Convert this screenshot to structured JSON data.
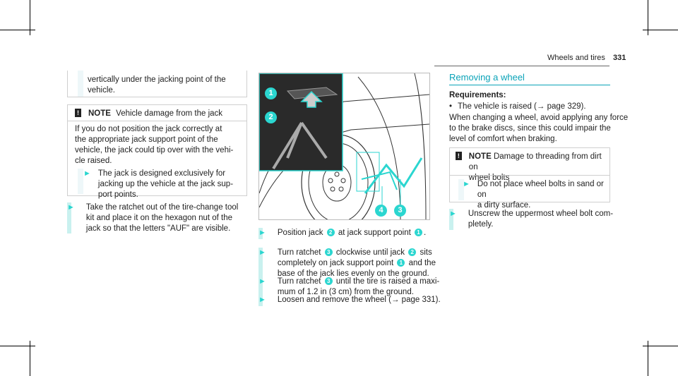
{
  "header": {
    "section": "Wheels and tires",
    "page_number": "331"
  },
  "left": {
    "cont_lines": [
      "vertically under the jacking point of the",
      "vehicle."
    ],
    "note_label": "NOTE",
    "note_title": "Vehicle damage from the jack",
    "note_lines": [
      "If you do not position the jack correctly at",
      "the appropriate jack support point of the",
      "vehicle, the jack could tip over with the vehi-",
      "cle raised."
    ],
    "note_step_lines": [
      "The jack is designed exclusively for",
      "jacking up the vehicle at the jack sup-",
      "port points."
    ],
    "step_lines": [
      "Take the ratchet out of the tire-change tool",
      "kit and place it on the hexagon nut of the",
      "jack so that the letters \"AUF\" are visible."
    ]
  },
  "middle": {
    "figure_callouts": [
      "1",
      "2",
      "4",
      "3"
    ],
    "step1": {
      "a": "Position jack",
      "n1": "2",
      "b": "at jack support point",
      "n2": "1",
      "c": "."
    },
    "step2": {
      "a": "Turn ratchet",
      "n1": "3",
      "b": "clockwise until jack",
      "n2": "2",
      "c": "sits",
      "line2a": "completely on jack support point",
      "n3": "1",
      "line2b": "and the",
      "line3": "base of the jack lies evenly on the ground."
    },
    "step3": {
      "a": "Turn ratchet",
      "n1": "3",
      "b": "until the tire is raised a maxi-",
      "line2": "mum of 1.2 in (3 cm) from the ground."
    },
    "step4": {
      "line1": "Loosen and remove the wheel (→ page 331)."
    }
  },
  "right": {
    "heading": "Removing a wheel",
    "requirements_label": "Requirements:",
    "requirement": "The vehicle is raised (→ page 329).",
    "para_lines": [
      "When changing a wheel, avoid applying any force",
      "to the brake discs, since this could impair the",
      "level of comfort when braking."
    ],
    "note_label": "NOTE",
    "note_title_lines": [
      "Damage to threading from dirt on",
      "wheel bolts"
    ],
    "note_step_lines": [
      "Do not place wheel bolts in sand or on",
      "a dirty surface."
    ],
    "step_lines": [
      "Unscrew the uppermost wheel bolt com-",
      "pletely."
    ]
  },
  "colors": {
    "accent": "#2bd6d0",
    "heading": "#0aa3b8"
  }
}
